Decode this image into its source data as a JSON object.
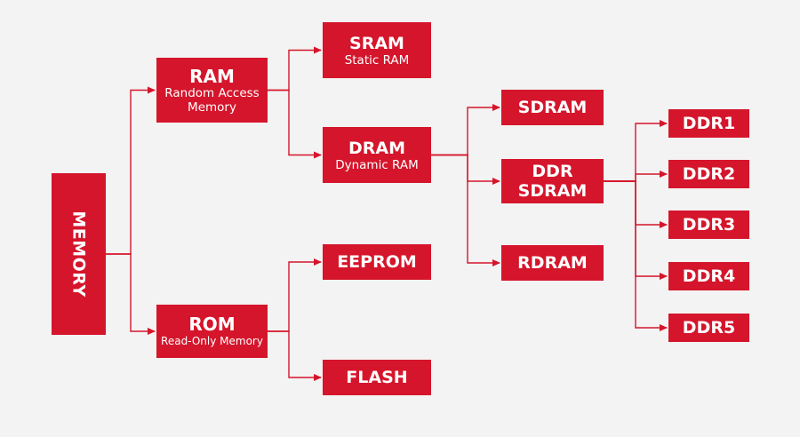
{
  "colors": {
    "node_fill": "#d5152b",
    "node_text": "#ffffff",
    "connector": "#d5152b",
    "background": "#f3f3f3"
  },
  "nodes": {
    "memory": {
      "title": "MEMORY"
    },
    "ram": {
      "title": "RAM",
      "line1": "Random Access",
      "line2": "Memory"
    },
    "rom": {
      "title": "ROM",
      "subtitle": "Read-Only Memory"
    },
    "sram": {
      "title": "SRAM",
      "subtitle": "Static RAM"
    },
    "dram": {
      "title": "DRAM",
      "subtitle": "Dynamic RAM"
    },
    "eeprom": {
      "title": "EEPROM"
    },
    "flash": {
      "title": "FLASH"
    },
    "sdram": {
      "title": "SDRAM"
    },
    "ddr_sdram": {
      "line1": "DDR",
      "line2": "SDRAM"
    },
    "rdram": {
      "title": "RDRAM"
    },
    "ddr1": {
      "title": "DDR1"
    },
    "ddr2": {
      "title": "DDR2"
    },
    "ddr3": {
      "title": "DDR3"
    },
    "ddr4": {
      "title": "DDR4"
    },
    "ddr5": {
      "title": "DDR5"
    }
  },
  "edges": [
    {
      "from": "memory",
      "to": "ram"
    },
    {
      "from": "memory",
      "to": "rom"
    },
    {
      "from": "ram",
      "to": "sram"
    },
    {
      "from": "ram",
      "to": "dram"
    },
    {
      "from": "rom",
      "to": "eeprom"
    },
    {
      "from": "rom",
      "to": "flash"
    },
    {
      "from": "dram",
      "to": "sdram"
    },
    {
      "from": "dram",
      "to": "ddr_sdram"
    },
    {
      "from": "dram",
      "to": "rdram"
    },
    {
      "from": "ddr_sdram",
      "to": "ddr1"
    },
    {
      "from": "ddr_sdram",
      "to": "ddr2"
    },
    {
      "from": "ddr_sdram",
      "to": "ddr3"
    },
    {
      "from": "ddr_sdram",
      "to": "ddr4"
    },
    {
      "from": "ddr_sdram",
      "to": "ddr5"
    }
  ]
}
